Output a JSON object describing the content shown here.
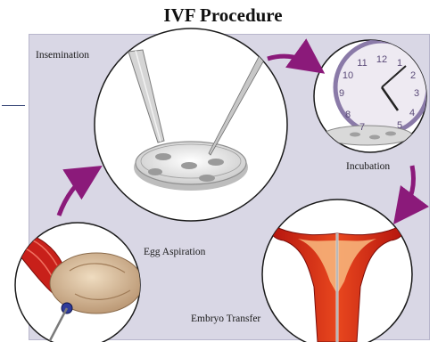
{
  "title": "IVF Procedure",
  "steps": {
    "insemination": "Insemination",
    "incubation": "Incubation",
    "embryo_transfer": "Embryo Transfer",
    "egg_aspiration": "Egg Aspiration"
  },
  "clock": {
    "numbers": [
      "12",
      "1",
      "2",
      "3",
      "4",
      "5",
      "7",
      "8",
      "9",
      "10",
      "11"
    ]
  },
  "colors": {
    "arrow": "#8b1a7a",
    "panel": "#d9d7e5",
    "tissue": "#c8201a"
  }
}
